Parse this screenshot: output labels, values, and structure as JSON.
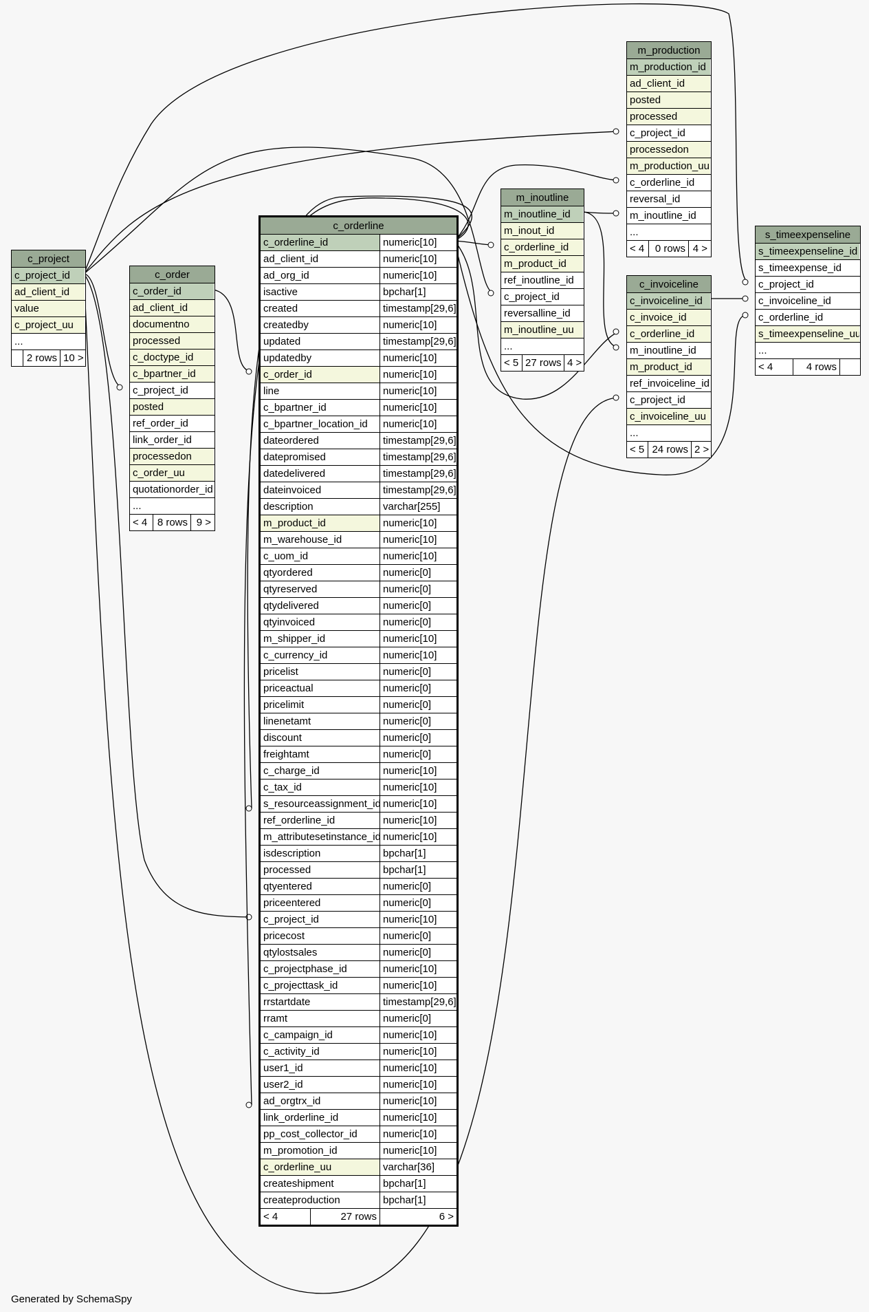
{
  "footer": {
    "credit": "Generated by SchemaSpy"
  },
  "tables": {
    "c_project": {
      "name": "c_project",
      "columns": [
        {
          "name": "c_project_id",
          "kind": "pk"
        },
        {
          "name": "ad_client_id",
          "kind": "fk"
        },
        {
          "name": "value",
          "kind": "fk"
        },
        {
          "name": "c_project_uu",
          "kind": "fk"
        },
        {
          "name": "...",
          "kind": ""
        }
      ],
      "footer": [
        "",
        "2 rows",
        "10 >"
      ]
    },
    "c_order": {
      "name": "c_order",
      "columns": [
        {
          "name": "c_order_id",
          "kind": "pk"
        },
        {
          "name": "ad_client_id",
          "kind": "fk"
        },
        {
          "name": "documentno",
          "kind": "fk"
        },
        {
          "name": "processed",
          "kind": "fk"
        },
        {
          "name": "c_doctype_id",
          "kind": "fk"
        },
        {
          "name": "c_bpartner_id",
          "kind": "fk"
        },
        {
          "name": "c_project_id",
          "kind": ""
        },
        {
          "name": "posted",
          "kind": "fk"
        },
        {
          "name": "ref_order_id",
          "kind": ""
        },
        {
          "name": "link_order_id",
          "kind": ""
        },
        {
          "name": "processedon",
          "kind": "fk"
        },
        {
          "name": "c_order_uu",
          "kind": "fk"
        },
        {
          "name": "quotationorder_id",
          "kind": ""
        },
        {
          "name": "...",
          "kind": ""
        }
      ],
      "footer": [
        "< 4",
        "8 rows",
        "9 >"
      ]
    },
    "c_orderline": {
      "name": "c_orderline",
      "columns": [
        {
          "name": "c_orderline_id",
          "type": "numeric[10]",
          "kind": "pk"
        },
        {
          "name": "ad_client_id",
          "type": "numeric[10]",
          "kind": ""
        },
        {
          "name": "ad_org_id",
          "type": "numeric[10]",
          "kind": ""
        },
        {
          "name": "isactive",
          "type": "bpchar[1]",
          "kind": ""
        },
        {
          "name": "created",
          "type": "timestamp[29,6]",
          "kind": ""
        },
        {
          "name": "createdby",
          "type": "numeric[10]",
          "kind": ""
        },
        {
          "name": "updated",
          "type": "timestamp[29,6]",
          "kind": ""
        },
        {
          "name": "updatedby",
          "type": "numeric[10]",
          "kind": ""
        },
        {
          "name": "c_order_id",
          "type": "numeric[10]",
          "kind": "fk"
        },
        {
          "name": "line",
          "type": "numeric[10]",
          "kind": ""
        },
        {
          "name": "c_bpartner_id",
          "type": "numeric[10]",
          "kind": ""
        },
        {
          "name": "c_bpartner_location_id",
          "type": "numeric[10]",
          "kind": ""
        },
        {
          "name": "dateordered",
          "type": "timestamp[29,6]",
          "kind": ""
        },
        {
          "name": "datepromised",
          "type": "timestamp[29,6]",
          "kind": ""
        },
        {
          "name": "datedelivered",
          "type": "timestamp[29,6]",
          "kind": ""
        },
        {
          "name": "dateinvoiced",
          "type": "timestamp[29,6]",
          "kind": ""
        },
        {
          "name": "description",
          "type": "varchar[255]",
          "kind": ""
        },
        {
          "name": "m_product_id",
          "type": "numeric[10]",
          "kind": "fk"
        },
        {
          "name": "m_warehouse_id",
          "type": "numeric[10]",
          "kind": ""
        },
        {
          "name": "c_uom_id",
          "type": "numeric[10]",
          "kind": ""
        },
        {
          "name": "qtyordered",
          "type": "numeric[0]",
          "kind": ""
        },
        {
          "name": "qtyreserved",
          "type": "numeric[0]",
          "kind": ""
        },
        {
          "name": "qtydelivered",
          "type": "numeric[0]",
          "kind": ""
        },
        {
          "name": "qtyinvoiced",
          "type": "numeric[0]",
          "kind": ""
        },
        {
          "name": "m_shipper_id",
          "type": "numeric[10]",
          "kind": ""
        },
        {
          "name": "c_currency_id",
          "type": "numeric[10]",
          "kind": ""
        },
        {
          "name": "pricelist",
          "type": "numeric[0]",
          "kind": ""
        },
        {
          "name": "priceactual",
          "type": "numeric[0]",
          "kind": ""
        },
        {
          "name": "pricelimit",
          "type": "numeric[0]",
          "kind": ""
        },
        {
          "name": "linenetamt",
          "type": "numeric[0]",
          "kind": ""
        },
        {
          "name": "discount",
          "type": "numeric[0]",
          "kind": ""
        },
        {
          "name": "freightamt",
          "type": "numeric[0]",
          "kind": ""
        },
        {
          "name": "c_charge_id",
          "type": "numeric[10]",
          "kind": ""
        },
        {
          "name": "c_tax_id",
          "type": "numeric[10]",
          "kind": ""
        },
        {
          "name": "s_resourceassignment_id",
          "type": "numeric[10]",
          "kind": ""
        },
        {
          "name": "ref_orderline_id",
          "type": "numeric[10]",
          "kind": ""
        },
        {
          "name": "m_attributesetinstance_id",
          "type": "numeric[10]",
          "kind": ""
        },
        {
          "name": "isdescription",
          "type": "bpchar[1]",
          "kind": ""
        },
        {
          "name": "processed",
          "type": "bpchar[1]",
          "kind": ""
        },
        {
          "name": "qtyentered",
          "type": "numeric[0]",
          "kind": ""
        },
        {
          "name": "priceentered",
          "type": "numeric[0]",
          "kind": ""
        },
        {
          "name": "c_project_id",
          "type": "numeric[10]",
          "kind": ""
        },
        {
          "name": "pricecost",
          "type": "numeric[0]",
          "kind": ""
        },
        {
          "name": "qtylostsales",
          "type": "numeric[0]",
          "kind": ""
        },
        {
          "name": "c_projectphase_id",
          "type": "numeric[10]",
          "kind": ""
        },
        {
          "name": "c_projecttask_id",
          "type": "numeric[10]",
          "kind": ""
        },
        {
          "name": "rrstartdate",
          "type": "timestamp[29,6]",
          "kind": ""
        },
        {
          "name": "rramt",
          "type": "numeric[0]",
          "kind": ""
        },
        {
          "name": "c_campaign_id",
          "type": "numeric[10]",
          "kind": ""
        },
        {
          "name": "c_activity_id",
          "type": "numeric[10]",
          "kind": ""
        },
        {
          "name": "user1_id",
          "type": "numeric[10]",
          "kind": ""
        },
        {
          "name": "user2_id",
          "type": "numeric[10]",
          "kind": ""
        },
        {
          "name": "ad_orgtrx_id",
          "type": "numeric[10]",
          "kind": ""
        },
        {
          "name": "link_orderline_id",
          "type": "numeric[10]",
          "kind": ""
        },
        {
          "name": "pp_cost_collector_id",
          "type": "numeric[10]",
          "kind": ""
        },
        {
          "name": "m_promotion_id",
          "type": "numeric[10]",
          "kind": ""
        },
        {
          "name": "c_orderline_uu",
          "type": "varchar[36]",
          "kind": "fk"
        },
        {
          "name": "createshipment",
          "type": "bpchar[1]",
          "kind": ""
        },
        {
          "name": "createproduction",
          "type": "bpchar[1]",
          "kind": ""
        }
      ],
      "footer": [
        "< 4",
        "27 rows",
        "6 >"
      ]
    },
    "m_inoutline": {
      "name": "m_inoutline",
      "columns": [
        {
          "name": "m_inoutline_id",
          "kind": "pk"
        },
        {
          "name": "m_inout_id",
          "kind": "fk"
        },
        {
          "name": "c_orderline_id",
          "kind": "fk"
        },
        {
          "name": "m_product_id",
          "kind": "fk"
        },
        {
          "name": "ref_inoutline_id",
          "kind": ""
        },
        {
          "name": "c_project_id",
          "kind": ""
        },
        {
          "name": "reversalline_id",
          "kind": ""
        },
        {
          "name": "m_inoutline_uu",
          "kind": "fk"
        },
        {
          "name": "...",
          "kind": ""
        }
      ],
      "footer": [
        "< 5",
        "27 rows",
        "4 >"
      ]
    },
    "m_production": {
      "name": "m_production",
      "columns": [
        {
          "name": "m_production_id",
          "kind": "pk"
        },
        {
          "name": "ad_client_id",
          "kind": "fk"
        },
        {
          "name": "posted",
          "kind": "fk"
        },
        {
          "name": "processed",
          "kind": "fk"
        },
        {
          "name": "c_project_id",
          "kind": ""
        },
        {
          "name": "processedon",
          "kind": "fk"
        },
        {
          "name": "m_production_uu",
          "kind": "fk"
        },
        {
          "name": "c_orderline_id",
          "kind": ""
        },
        {
          "name": "reversal_id",
          "kind": ""
        },
        {
          "name": "m_inoutline_id",
          "kind": ""
        },
        {
          "name": "...",
          "kind": ""
        }
      ],
      "footer": [
        "< 4",
        "0 rows",
        "4 >"
      ]
    },
    "c_invoiceline": {
      "name": "c_invoiceline",
      "columns": [
        {
          "name": "c_invoiceline_id",
          "kind": "pk"
        },
        {
          "name": "c_invoice_id",
          "kind": "fk"
        },
        {
          "name": "c_orderline_id",
          "kind": "fk"
        },
        {
          "name": "m_inoutline_id",
          "kind": ""
        },
        {
          "name": "m_product_id",
          "kind": "fk"
        },
        {
          "name": "ref_invoiceline_id",
          "kind": ""
        },
        {
          "name": "c_project_id",
          "kind": ""
        },
        {
          "name": "c_invoiceline_uu",
          "kind": "fk"
        },
        {
          "name": "...",
          "kind": ""
        }
      ],
      "footer": [
        "< 5",
        "24 rows",
        "2 >"
      ]
    },
    "s_timeexpenseline": {
      "name": "s_timeexpenseline",
      "columns": [
        {
          "name": "s_timeexpenseline_id",
          "kind": "pk"
        },
        {
          "name": "s_timeexpense_id",
          "kind": ""
        },
        {
          "name": "c_project_id",
          "kind": ""
        },
        {
          "name": "c_invoiceline_id",
          "kind": ""
        },
        {
          "name": "c_orderline_id",
          "kind": ""
        },
        {
          "name": "s_timeexpenseline_uu",
          "kind": "fk"
        },
        {
          "name": "...",
          "kind": ""
        }
      ],
      "footer": [
        "< 4",
        "4 rows",
        ""
      ]
    }
  }
}
